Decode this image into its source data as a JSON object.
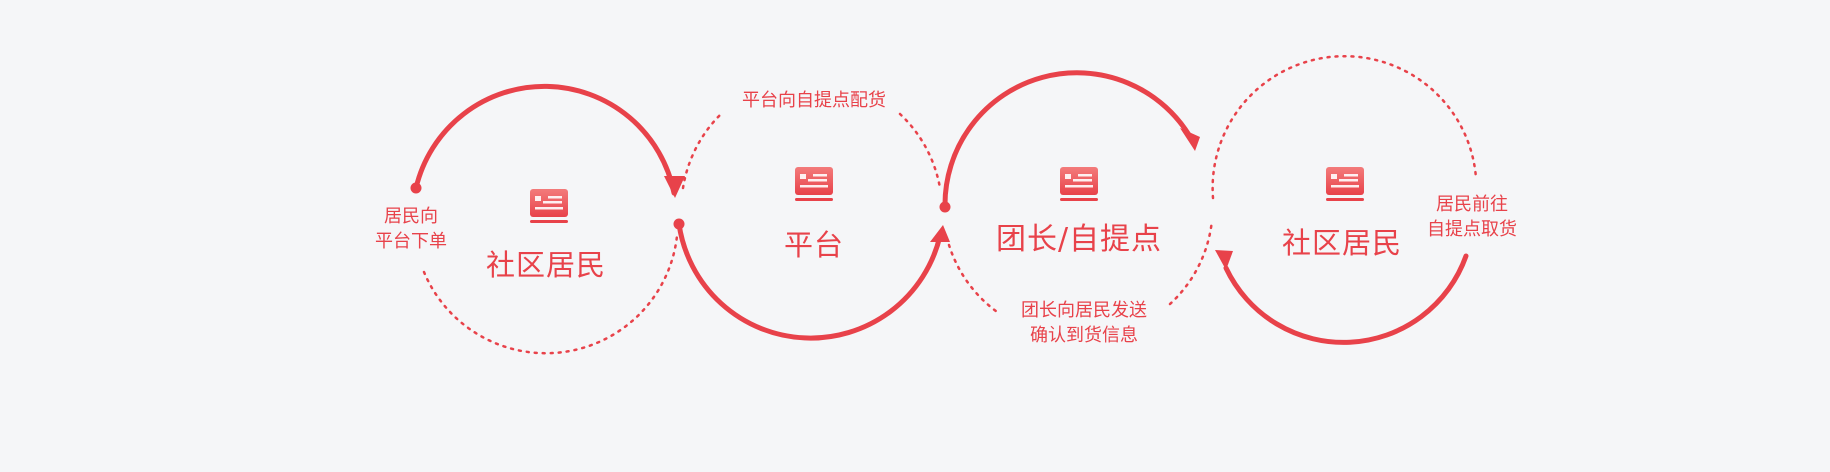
{
  "colors": {
    "accent": "#e8424a",
    "accent_light": "#f26d6d",
    "background": "#f5f6f8"
  },
  "nodes": [
    {
      "label": "社区居民",
      "icon": "card-icon"
    },
    {
      "label": "平台",
      "icon": "card-icon"
    },
    {
      "label": "团长/自提点",
      "icon": "card-icon"
    },
    {
      "label": "社区居民",
      "icon": "card-icon"
    }
  ],
  "steps": [
    {
      "lines": [
        "居民向",
        "平台下单"
      ]
    },
    {
      "lines": [
        "平台向自提点配货"
      ]
    },
    {
      "lines": [
        "团长向居民发送",
        "确认到货信息"
      ]
    },
    {
      "lines": [
        "居民前往",
        "自提点取货"
      ]
    }
  ]
}
